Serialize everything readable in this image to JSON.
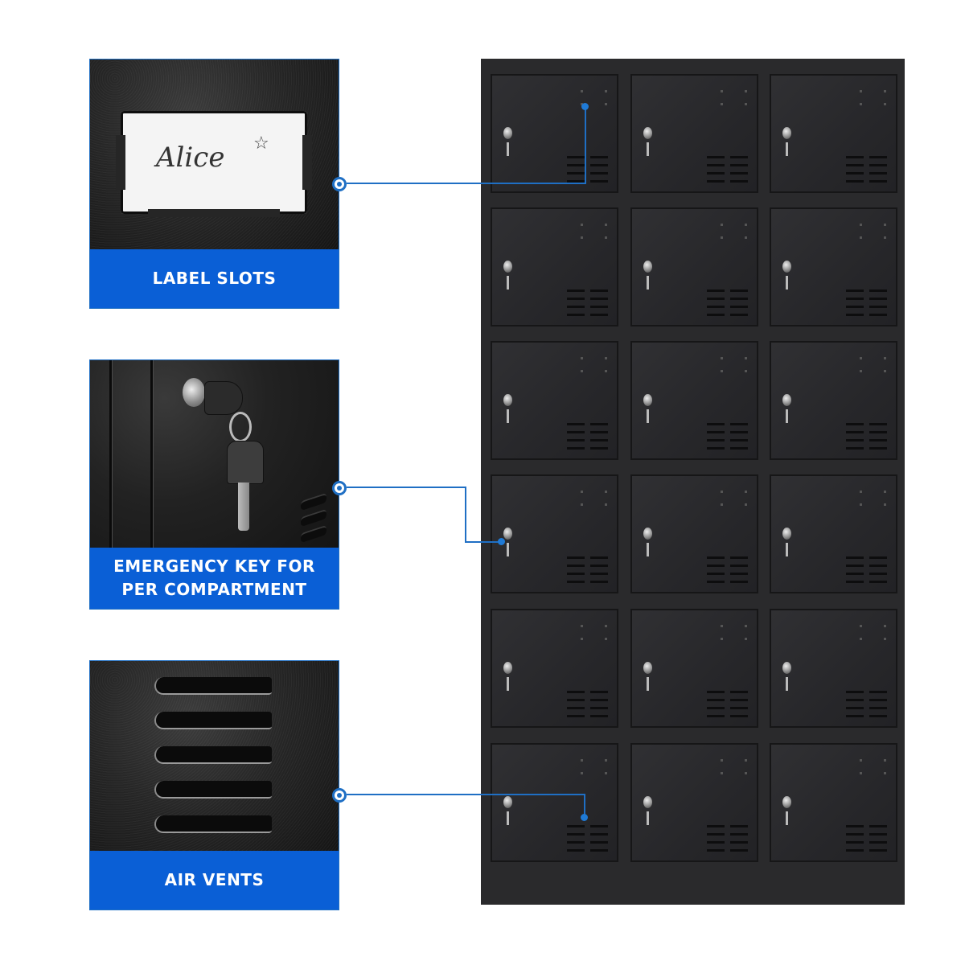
{
  "features": [
    {
      "id": "label-slots",
      "caption": "LABEL SLOTS",
      "slot_text": "Alice",
      "slot_doodle": "☆"
    },
    {
      "id": "emergency-key",
      "caption_line1": "EMERGENCY KEY FOR",
      "caption_line2": "PER COMPARTMENT"
    },
    {
      "id": "air-vents",
      "caption": "AIR VENTS"
    }
  ],
  "cabinet": {
    "columns": 3,
    "rows": 6,
    "compartments": 18
  },
  "colors": {
    "accent": "#0a5fd6",
    "connector": "#1f6fc4",
    "cabinet": "#2a2a2c",
    "background": "#ffffff"
  }
}
